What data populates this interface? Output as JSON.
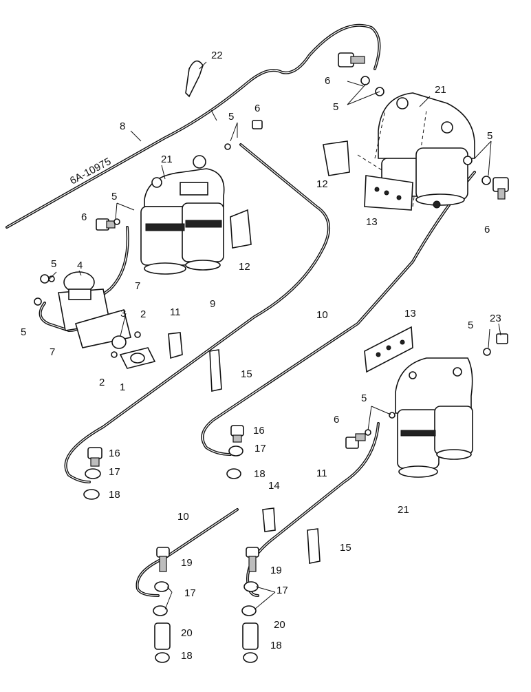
{
  "callouts": {
    "c22": "22",
    "c8": "8",
    "c6a": "6",
    "c5a": "5",
    "c21a": "21",
    "c5b": "5",
    "c6b": "6",
    "c21b": "21",
    "c5c": "5",
    "c6c": "6",
    "c12a": "12",
    "c13a": "13",
    "c6d": "6",
    "c12b": "12",
    "c5d": "5",
    "c4": "4",
    "c7a": "7",
    "c3": "3",
    "c2a": "2",
    "c7b": "7",
    "c2b": "2",
    "c1": "1",
    "c11a": "11",
    "c9": "9",
    "c10a": "10",
    "c13b": "13",
    "c5e": "5",
    "c23": "23",
    "c15a": "15",
    "c5f": "5",
    "c6e": "6",
    "c16a": "16",
    "c17a": "17",
    "c18a": "18",
    "c16b": "16",
    "c17b": "17",
    "c18b": "18",
    "c11b": "11",
    "c14": "14",
    "c21c": "21",
    "c15b": "15",
    "c10b": "10",
    "c19a": "19",
    "c17c": "17",
    "c20a": "20",
    "c18c": "18",
    "c19b": "19",
    "c17d": "17",
    "c20b": "20",
    "c18d": "18",
    "c5g": "5",
    "c5h": "5"
  },
  "pipe_marking": "6A-10975"
}
